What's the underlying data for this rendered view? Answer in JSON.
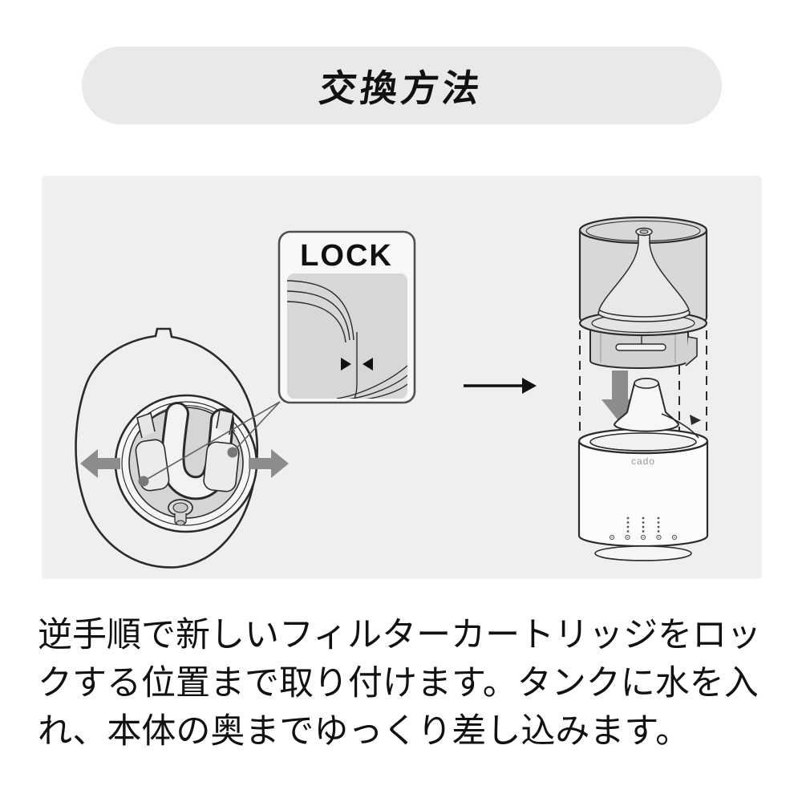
{
  "title": {
    "label": "交換方法"
  },
  "figure": {
    "lock_label": "LOCK",
    "brand_label": "cado",
    "icons": {
      "slide_left_arrow": "◀",
      "slide_right_arrow": "▶",
      "align_marker_left": "▶",
      "align_marker_right": "◀",
      "next_step_arrow": "→",
      "insert_down_arrow": "▼"
    },
    "colors": {
      "page_bg": "#ffffff",
      "pill_bg": "#e9e9e9",
      "panel_bg": "#efefef",
      "line_ink": "#2b2b2b",
      "text_ink": "#111111",
      "gray_arrow": "#8c8c8c",
      "shaded_fill": "#d5d5d5"
    }
  },
  "description": {
    "lines": [
      "逆手順で新しいフィルターカートリッジをロッ",
      "クする位置まで取り付けます。タンクに水を入",
      "れ、本体の奥までゆっくり差し込みます。"
    ],
    "full_text": "逆手順で新しいフィルターカートリッジをロックする位置まで取り付けます。タンクに水を入れ、本体の奥までゆっくり差し込みます。"
  }
}
